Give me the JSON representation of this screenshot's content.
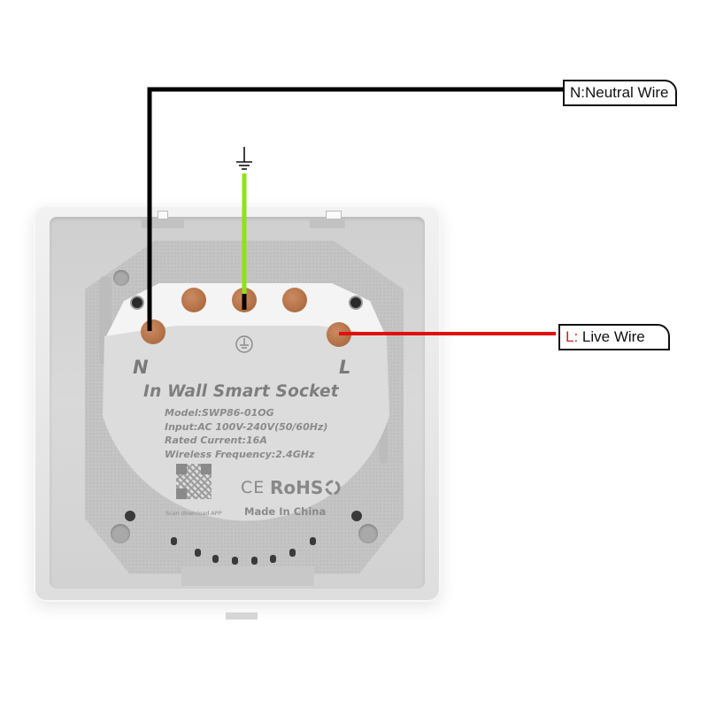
{
  "diagram": {
    "type": "wiring-diagram",
    "subject": "In Wall Smart Socket rear view with wiring"
  },
  "callouts": {
    "neutral": {
      "prefix": "N:",
      "text": "Neutral Wire",
      "wire_color": "#000000"
    },
    "live": {
      "prefix": "L:",
      "text": " Live Wire",
      "prefix_color": "#d32020",
      "wire_color": "#e01010"
    },
    "earth": {
      "symbol": "earth-ground",
      "wire_color": "#8ee21a"
    }
  },
  "module": {
    "terminal_labels": {
      "left": "N",
      "right": "L"
    },
    "title": "In Wall Smart Socket",
    "specs": [
      "Model:SWP86-01OG",
      "Input:AC 100V-240V(50/60Hz)",
      "Rated Current:16A",
      "Wireless Frequency:2.4GHz"
    ],
    "certifications": {
      "ce": "CE",
      "rohs": "RoHS"
    },
    "qr_caption": "Scan download APP",
    "origin": "Made In China"
  },
  "colors": {
    "terminal": "#b77348",
    "module_body": "#dcdcdc",
    "plate": "#e8e8e8",
    "neutral_wire": "#000000",
    "earth_wire": "#8ee21a",
    "live_wire": "#e01010"
  }
}
